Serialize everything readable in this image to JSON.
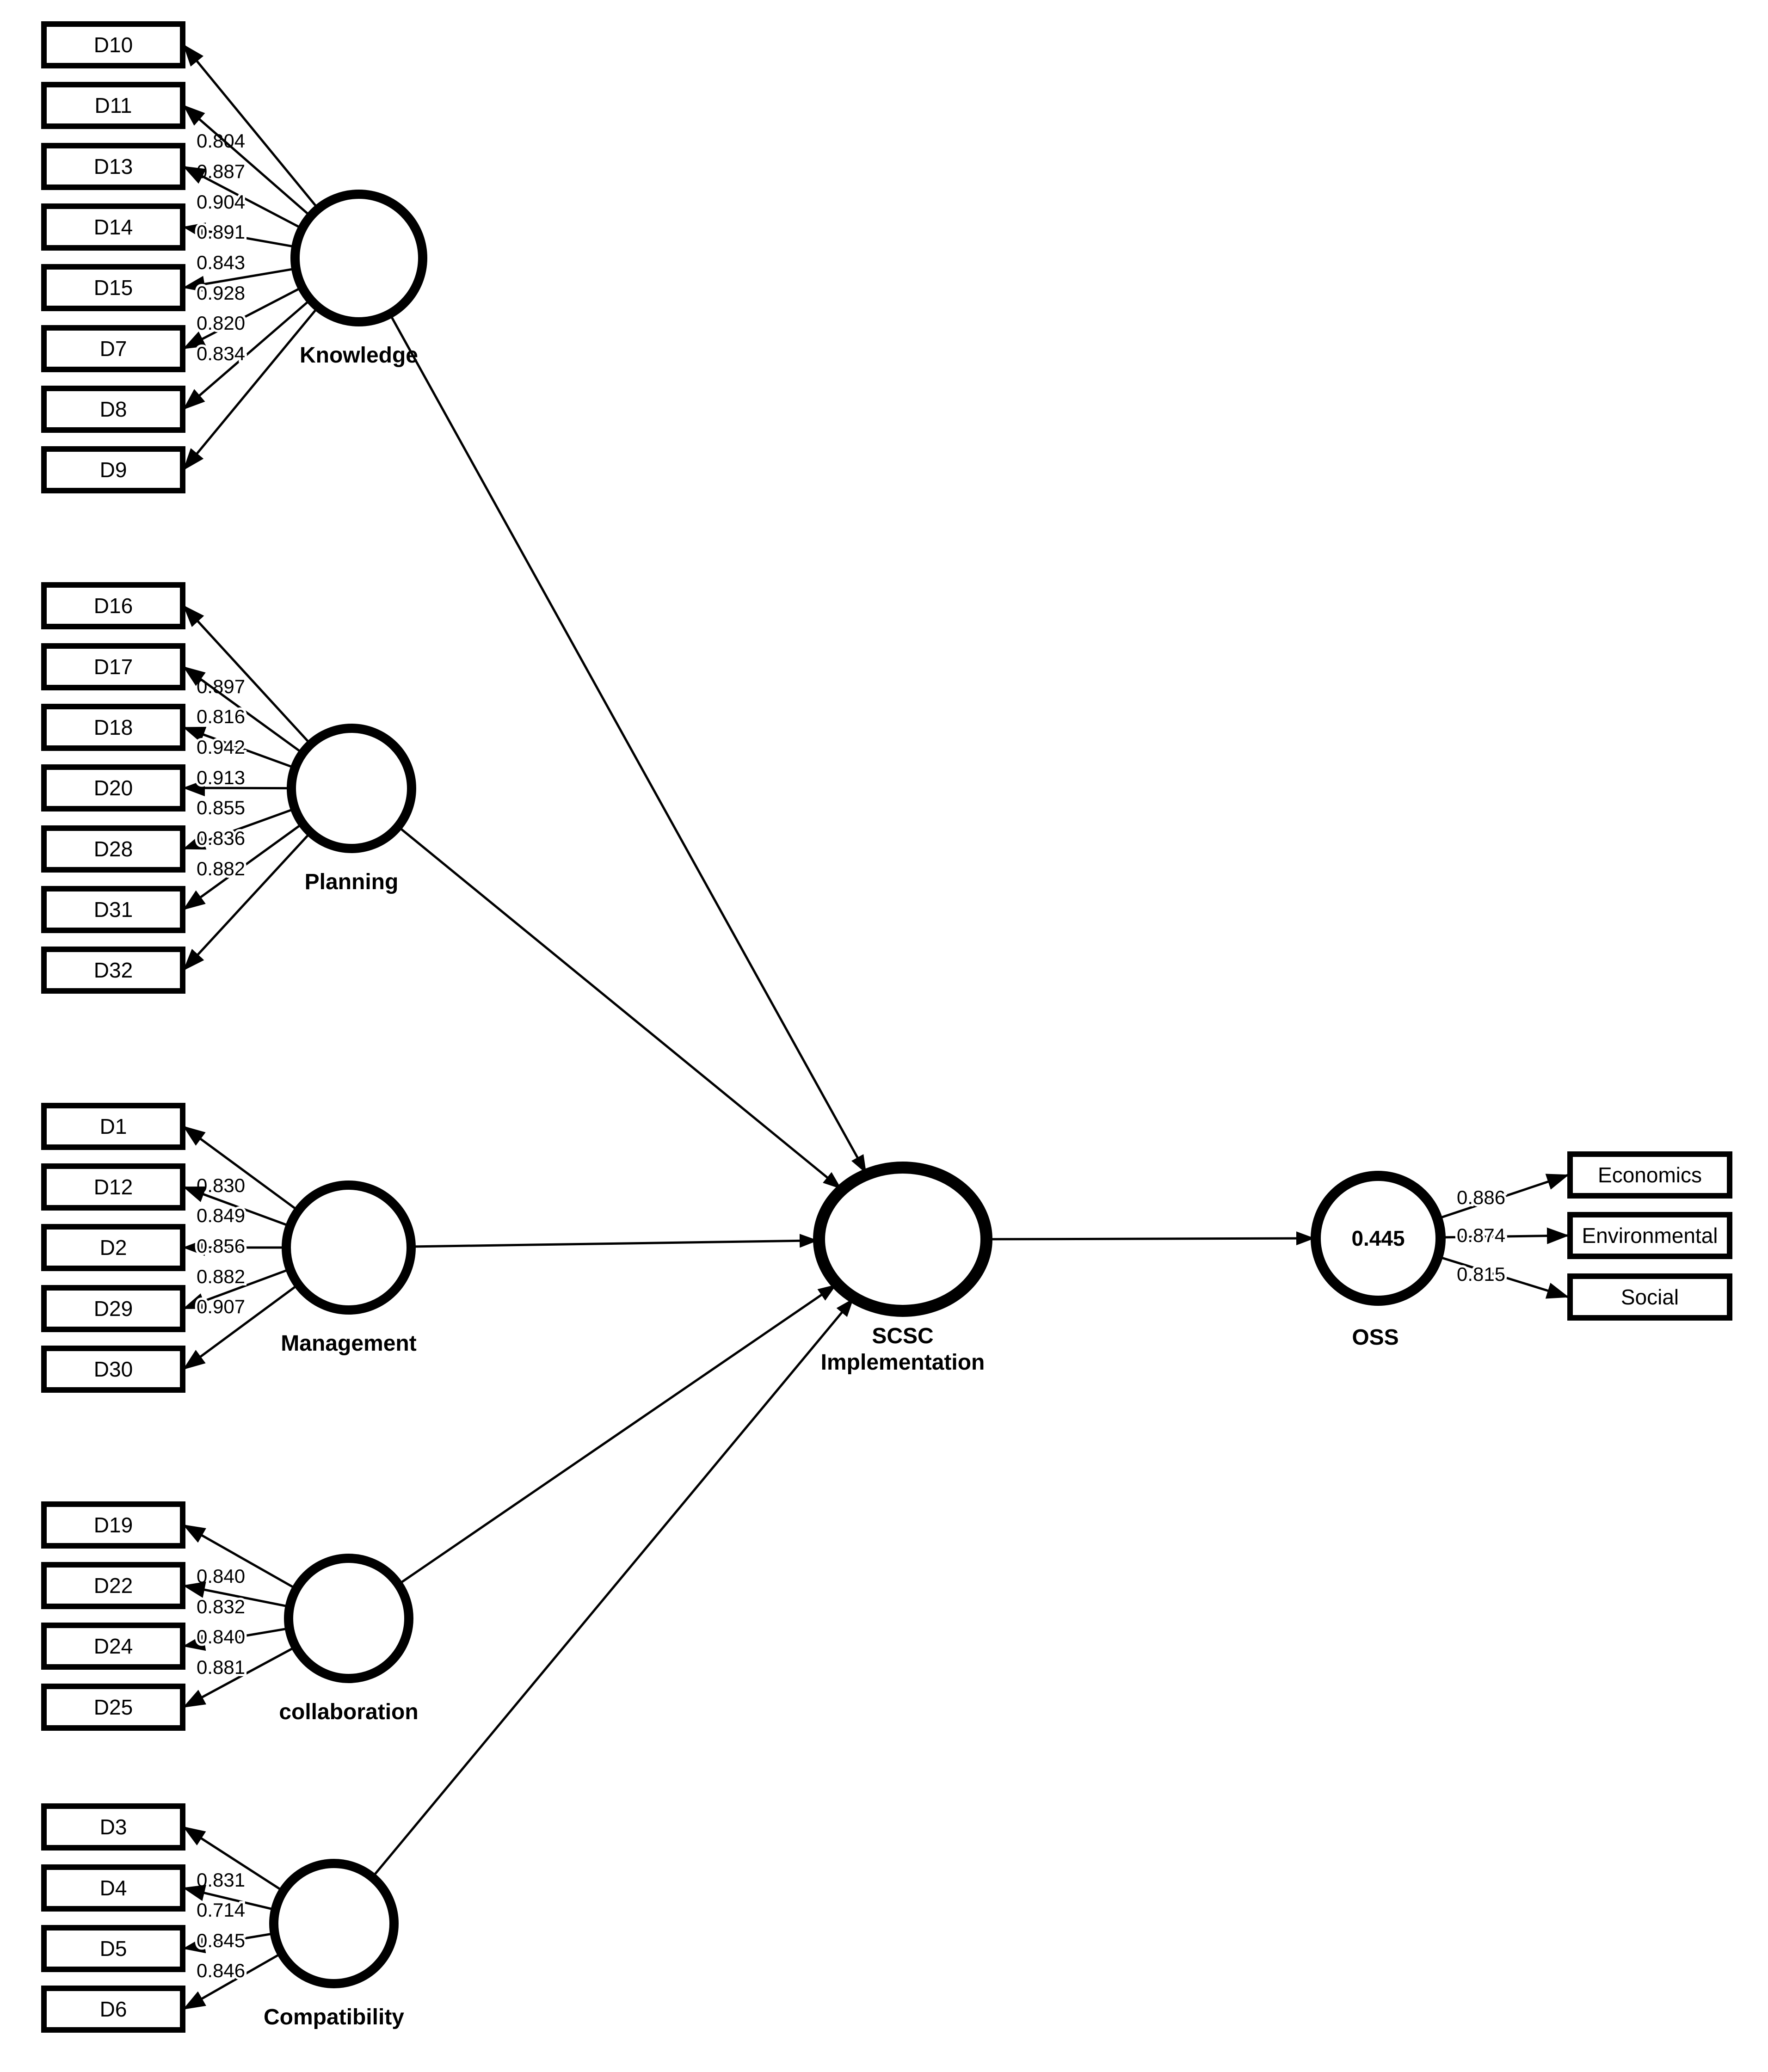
{
  "model": {
    "constructs": [
      {
        "name": "Knowledge",
        "indicators": [
          {
            "id": "D10",
            "loading": "0.804"
          },
          {
            "id": "D11",
            "loading": "0.887"
          },
          {
            "id": "D13",
            "loading": "0.904"
          },
          {
            "id": "D14",
            "loading": "0.891"
          },
          {
            "id": "D15",
            "loading": "0.843"
          },
          {
            "id": "D7",
            "loading": "0.928"
          },
          {
            "id": "D8",
            "loading": "0.820"
          },
          {
            "id": "D9",
            "loading": "0.834"
          }
        ]
      },
      {
        "name": "Planning",
        "indicators": [
          {
            "id": "D16",
            "loading": "0.897"
          },
          {
            "id": "D17",
            "loading": "0.816"
          },
          {
            "id": "D18",
            "loading": "0.942"
          },
          {
            "id": "D20",
            "loading": "0.913"
          },
          {
            "id": "D28",
            "loading": "0.855"
          },
          {
            "id": "D31",
            "loading": "0.836"
          },
          {
            "id": "D32",
            "loading": "0.882"
          }
        ]
      },
      {
        "name": "Management",
        "indicators": [
          {
            "id": "D1",
            "loading": "0.830"
          },
          {
            "id": "D12",
            "loading": "0.849"
          },
          {
            "id": "D2",
            "loading": "0.856"
          },
          {
            "id": "D29",
            "loading": "0.882"
          },
          {
            "id": "D30",
            "loading": "0.907"
          }
        ]
      },
      {
        "name": "collaboration",
        "indicators": [
          {
            "id": "D19",
            "loading": "0.840"
          },
          {
            "id": "D22",
            "loading": "0.832"
          },
          {
            "id": "D24",
            "loading": "0.840"
          },
          {
            "id": "D25",
            "loading": "0.881"
          }
        ]
      },
      {
        "name": "Compatibility",
        "indicators": [
          {
            "id": "D3",
            "loading": "0.831"
          },
          {
            "id": "D4",
            "loading": "0.714"
          },
          {
            "id": "D5",
            "loading": "0.845"
          },
          {
            "id": "D6",
            "loading": "0.846"
          }
        ]
      }
    ],
    "central_construct": {
      "name_line1": "SCSC",
      "name_line2": "Implementation"
    },
    "outcome_construct": {
      "name": "OSS",
      "r_squared": "0.445",
      "indicators": [
        {
          "id": "Economics",
          "loading": "0.886"
        },
        {
          "id": "Environmental",
          "loading": "0.874"
        },
        {
          "id": "Social",
          "loading": "0.815"
        }
      ]
    },
    "colors": {
      "stroke": "#000000",
      "fill": "#ffffff"
    }
  }
}
